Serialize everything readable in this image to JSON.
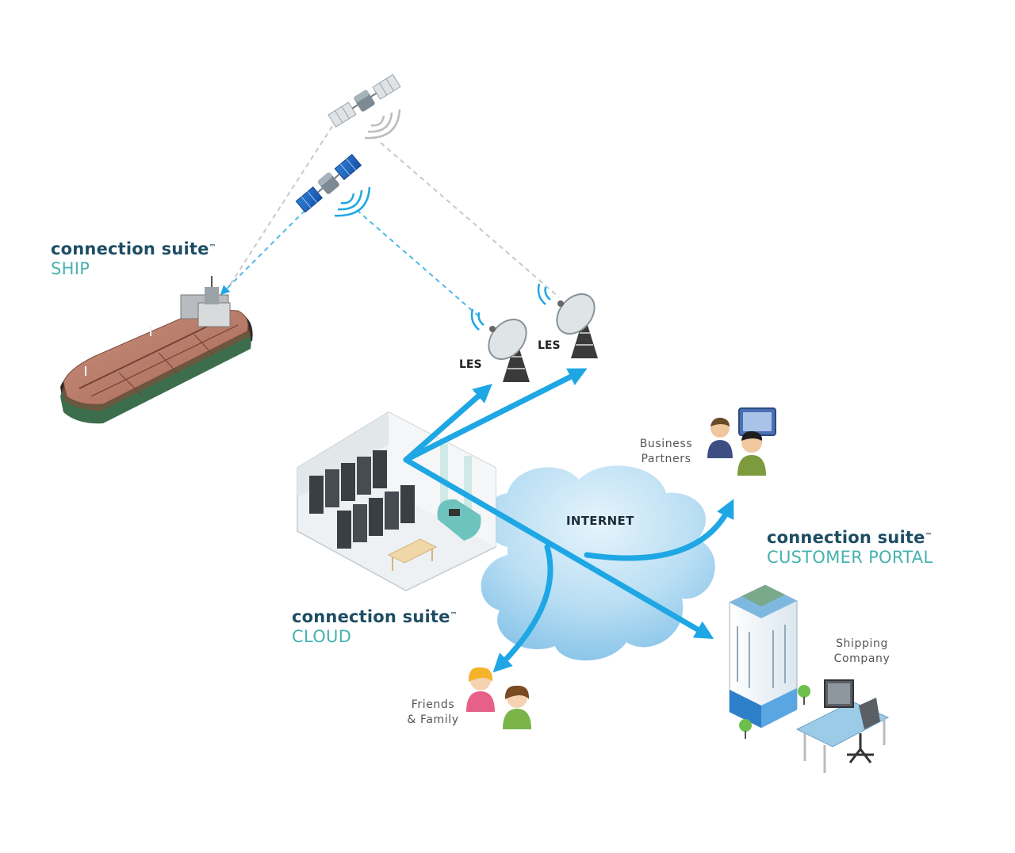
{
  "ship": {
    "line1": "connection suite",
    "tm": "™",
    "line2": "SHIP"
  },
  "cloud": {
    "line1": "connection suite",
    "tm": "™",
    "line2": "CLOUD"
  },
  "portal": {
    "line1": "connection suite",
    "tm": "™",
    "line2": "CUSTOMER PORTAL"
  },
  "internet_label": "INTERNET",
  "les_labels": [
    "LES",
    "LES"
  ],
  "business_partners": [
    "Business",
    "Partners"
  ],
  "shipping_company": [
    "Shipping",
    "Company"
  ],
  "friends_family": [
    "Friends",
    "& Family"
  ],
  "colors": {
    "arrow": "#1ea7e4",
    "brand_dark": "#1e4d63",
    "brand_teal": "#45b3b0",
    "cloud": "#b9def3"
  }
}
